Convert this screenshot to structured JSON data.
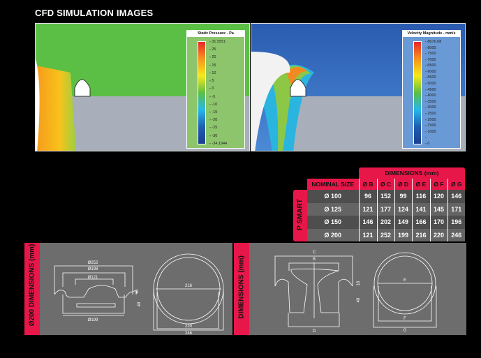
{
  "title": "CFD SIMULATION IMAGES",
  "pressure_legend": {
    "title": "Static Pressure - Pa",
    "ticks": [
      "31.5551",
      "25",
      "20",
      "15",
      "10",
      "5",
      "0",
      "-5",
      "-10",
      "-15",
      "-20",
      "-25",
      "-30",
      "-34.1944"
    ]
  },
  "velocity_legend": {
    "title": "Velocity Magnitude - mm/s",
    "ticks": [
      "8676.68",
      "8000",
      "7500",
      "7000",
      "6500",
      "6000",
      "5500",
      "5000",
      "4500",
      "4000",
      "3500",
      "3000",
      "2500",
      "2000",
      "1500",
      "1000",
      "",
      "0"
    ]
  },
  "table": {
    "header": "DIMENSIONS (mm)",
    "side_label": "P SMART",
    "columns": [
      "NOMINAL SIZE",
      "Ø B",
      "Ø C",
      "Ø D",
      "Ø E",
      "Ø F",
      "Ø G"
    ],
    "rows": [
      [
        "Ø 100",
        "96",
        "152",
        "99",
        "116",
        "120",
        "146"
      ],
      [
        "Ø 125",
        "121",
        "177",
        "124",
        "141",
        "145",
        "171"
      ],
      [
        "Ø 150",
        "146",
        "202",
        "149",
        "166",
        "170",
        "196"
      ],
      [
        "Ø 200",
        "121",
        "252",
        "199",
        "216",
        "220",
        "246"
      ]
    ]
  },
  "panel1": {
    "label": "Ø200 DIMENSIONS (mm)",
    "d252": "Ø252",
    "d198": "Ø198",
    "d121": "Ø121",
    "d199": "Ø199",
    "h16": "16",
    "h49": "49",
    "w216": "216",
    "w220": "220",
    "w246": "246"
  },
  "panel2": {
    "label": "DIMENSIONS (mm)",
    "C": "C",
    "B": "B",
    "D": "D",
    "E": "E",
    "F": "F",
    "G": "G",
    "h16": "16",
    "h49": "49"
  }
}
